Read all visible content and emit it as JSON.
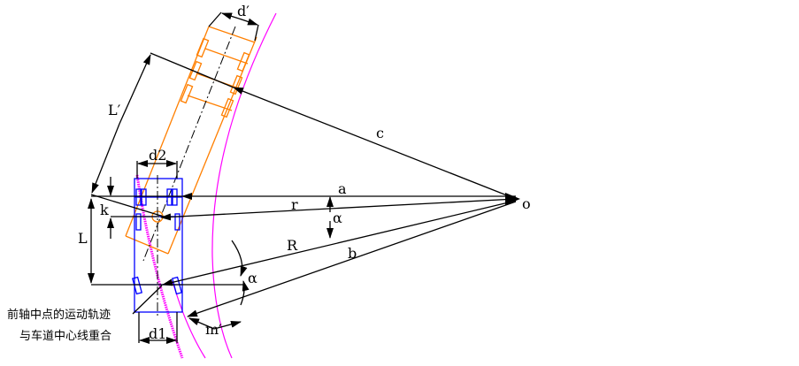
{
  "labels": {
    "a": "a",
    "b": "b",
    "c": "c",
    "r": "r",
    "R": "R",
    "o": "o",
    "alpha1": "α",
    "alpha2": "α",
    "L": "L",
    "L_prime": "L′",
    "k": "k",
    "d_prime": "d′",
    "d1": "d1",
    "d2": "d2",
    "m_prime": "m′"
  },
  "annotation": {
    "line1": "前轴中点的运动轨迹",
    "line2": "与车道中心线重合"
  },
  "colors": {
    "trailer": "#ff7f00",
    "tractor": "#0000ff",
    "track": "#ff00ff",
    "lines": "#000000"
  }
}
